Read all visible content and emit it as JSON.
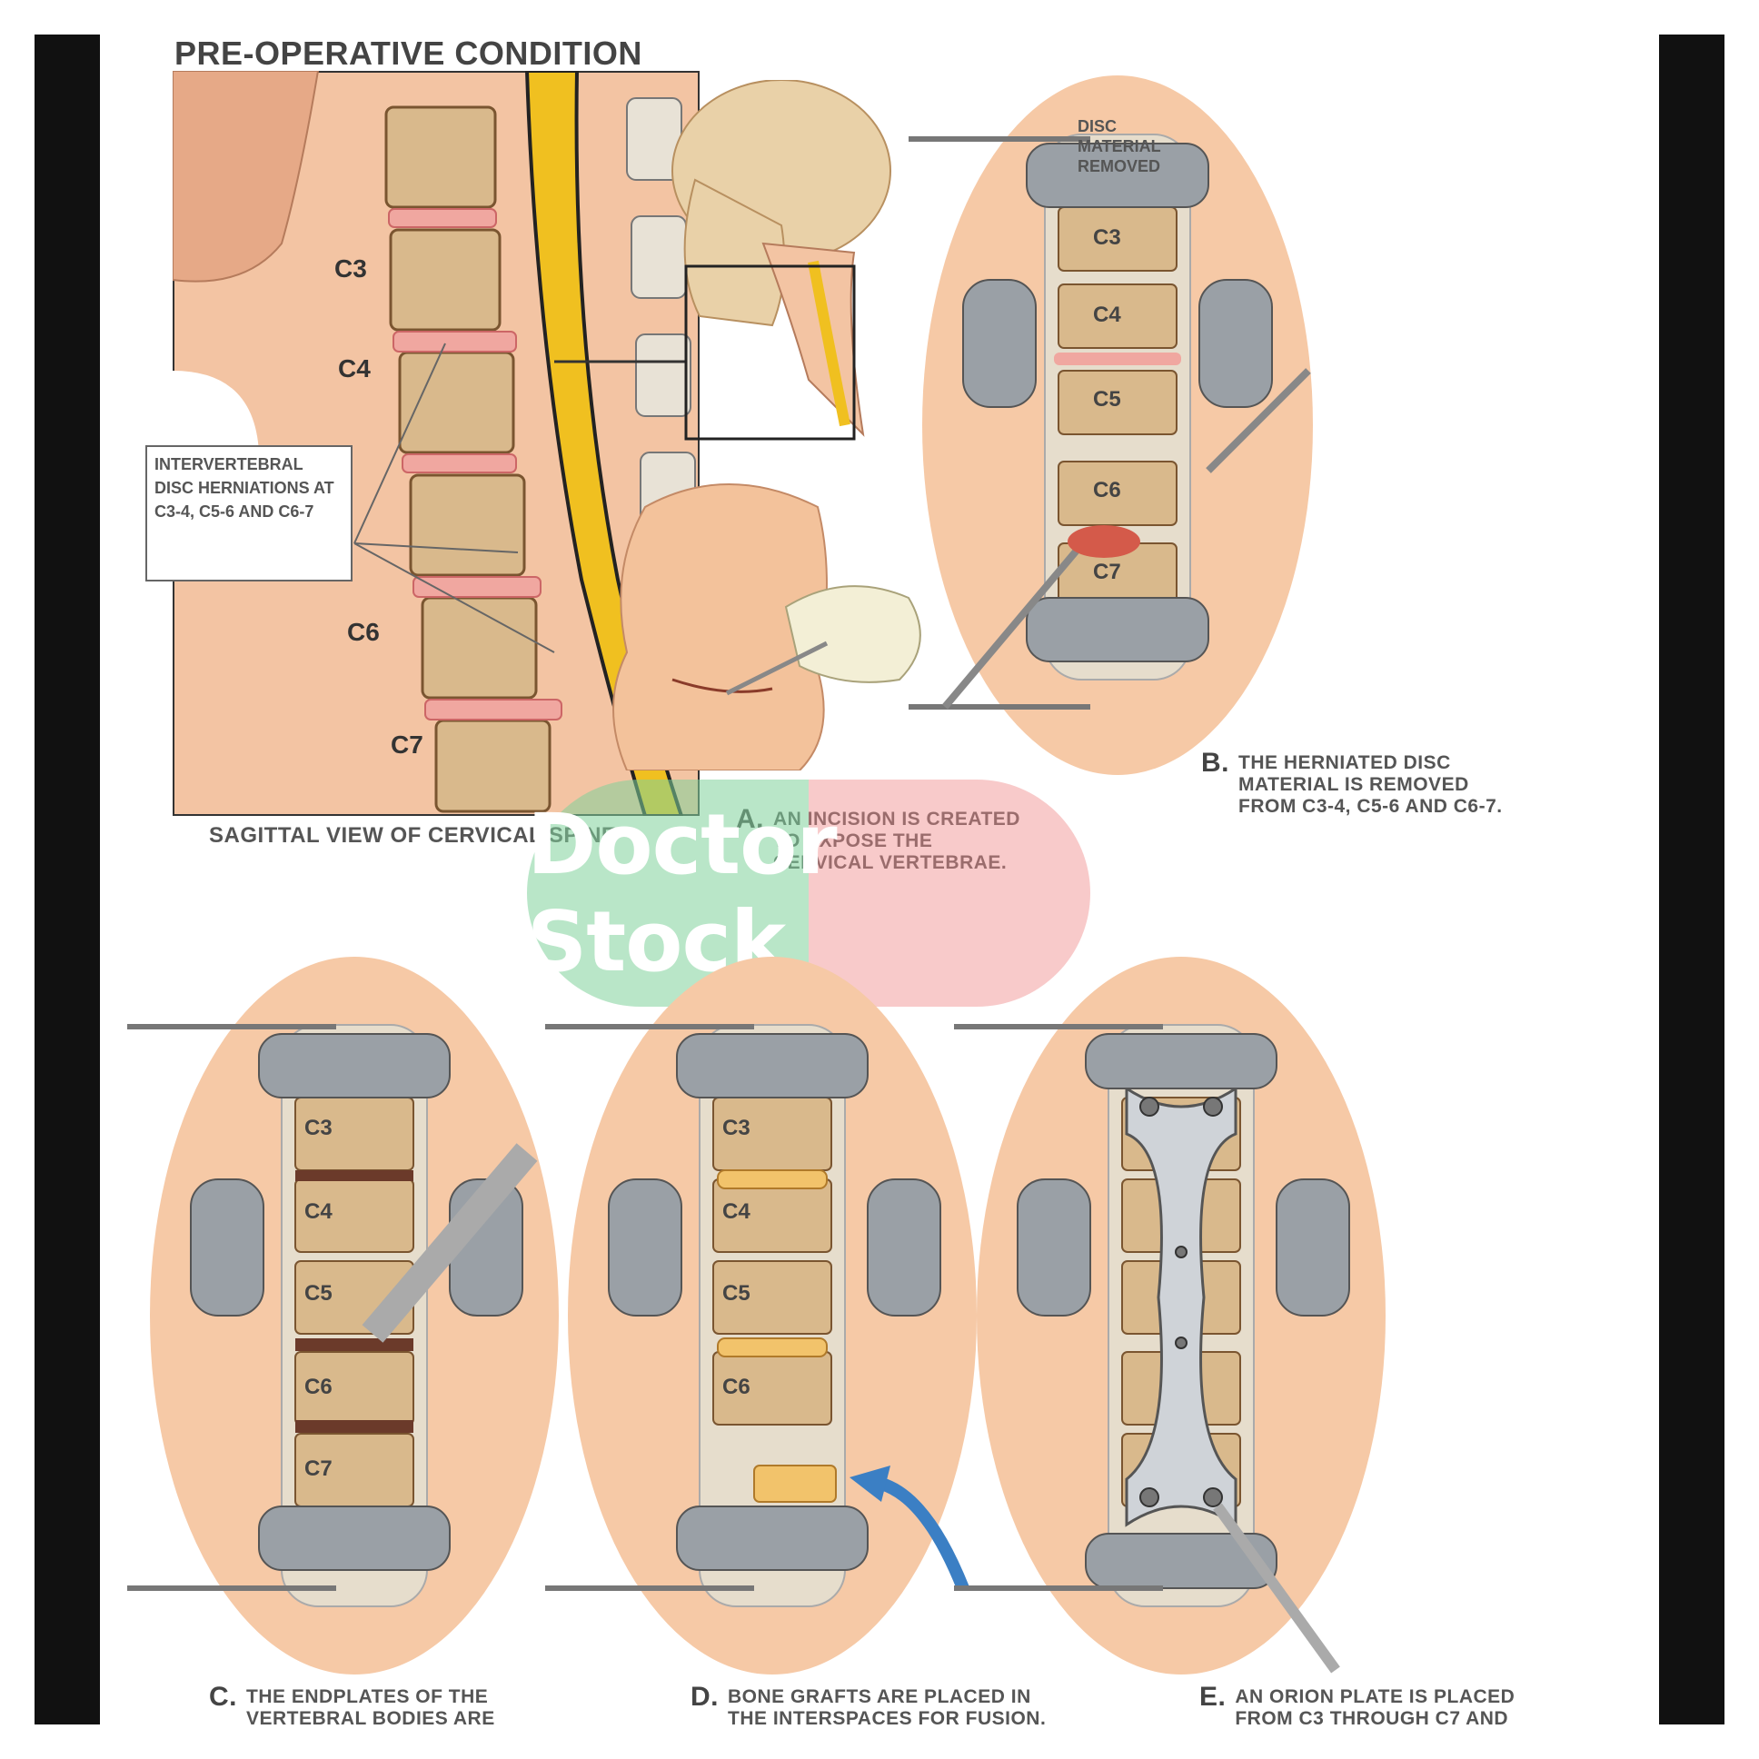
{
  "figure": {
    "title": "PRE-OPERATIVE CONDITION",
    "sagittal_caption": "SAGITTAL VIEW OF CERVICAL SPINE",
    "callout": "INTERVERTEBRAL DISC HERNIATIONS AT C3-4, C5-6 AND C6-7",
    "sagittal_labels": [
      "C3",
      "C4",
      "C6",
      "C7"
    ],
    "disc_label": "DISC\nMATERIAL\nREMOVED",
    "panel_b_labels": [
      "C3",
      "C4",
      "C5",
      "C6",
      "C7"
    ],
    "panel_c_labels": [
      "C3",
      "C4",
      "C5",
      "C6",
      "C7"
    ],
    "panel_d_labels": [
      "C3",
      "C4",
      "C5",
      "C6"
    ],
    "steps": {
      "a": {
        "letter": "A.",
        "text": "AN INCISION IS CREATED\nTO EXPOSE THE\nCERVICAL VERTEBRAE."
      },
      "b": {
        "letter": "B.",
        "text": "THE HERNIATED DISC\nMATERIAL IS REMOVED\nFROM C3-4, C5-6 AND C6-7."
      },
      "c": {
        "letter": "C.",
        "text": "THE ENDPLATES OF THE\nVERTEBRAL BODIES ARE"
      },
      "d": {
        "letter": "D.",
        "text": "BONE GRAFTS ARE PLACED IN\nTHE INTERSPACES FOR FUSION."
      },
      "e": {
        "letter": "E.",
        "text": "AN ORION PLATE IS PLACED\nFROM C3 THROUGH C7 AND"
      }
    },
    "watermark": "Doctor Stock",
    "colors": {
      "bone": "#d9b98c",
      "disc": "#f0a7a0",
      "spinal_cord": "#f0c020",
      "skin": "#f6c9a6",
      "retractor": "#9aa0a6",
      "watermark_green": "#7fd19a",
      "watermark_red": "#f08a8a"
    }
  }
}
